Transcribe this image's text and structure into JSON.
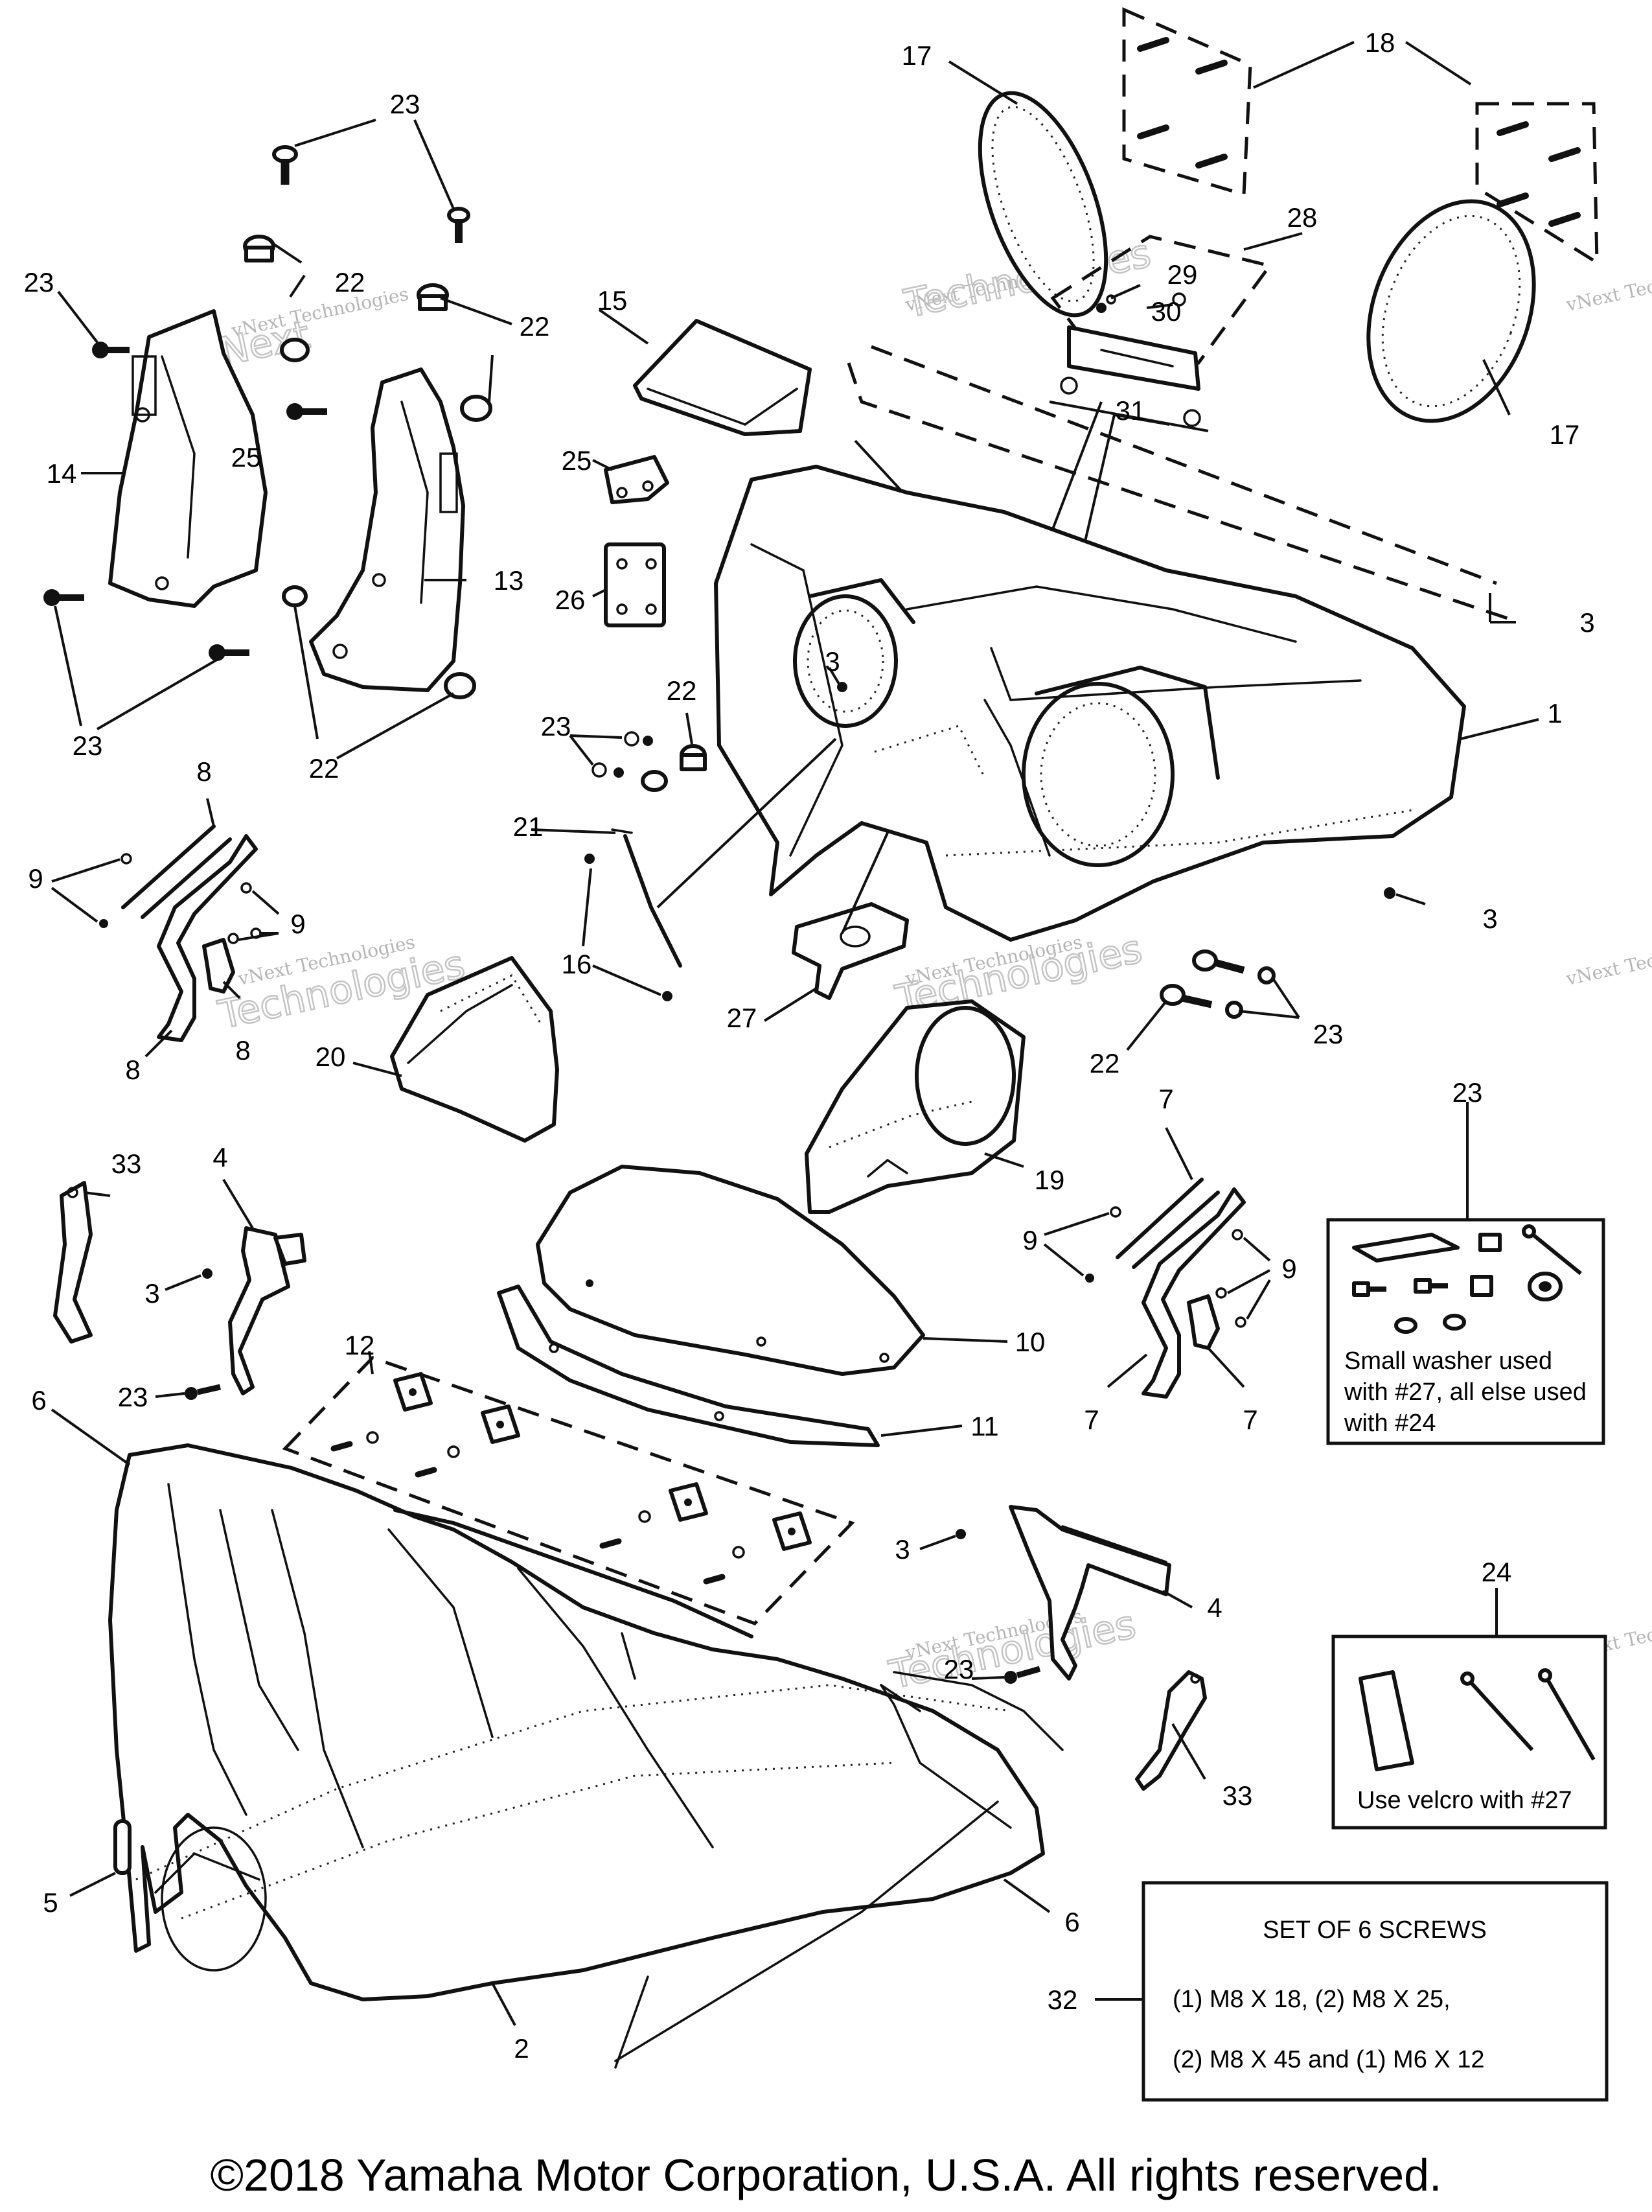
{
  "callouts": {
    "c1": "1",
    "c2": "2",
    "c3": "3",
    "c4": "4",
    "c5": "5",
    "c6": "6",
    "c7": "7",
    "c8": "8",
    "c9": "9",
    "c10": "10",
    "c11": "11",
    "c12": "12",
    "c13": "13",
    "c14": "14",
    "c15": "15",
    "c16": "16",
    "c17": "17",
    "c18": "18",
    "c19": "19",
    "c20": "20",
    "c21": "21",
    "c22": "22",
    "c23": "23",
    "c24": "24",
    "c25": "25",
    "c26": "26",
    "c27": "27",
    "c28": "28",
    "c29": "29",
    "c30": "30",
    "c31": "31",
    "c32": "32",
    "c33": "33"
  },
  "kit23": {
    "line1": "Small washer used",
    "line2": "with #27, all else used",
    "line3": "with #24"
  },
  "kit24": {
    "line1": "Use velcro with #27"
  },
  "screws_box": {
    "title": "SET OF 6 SCREWS",
    "line1": "(1) M8 X 18, (2) M8 X 25,",
    "line2": "(2) M8 X 45 and (1) M6 X 12"
  },
  "watermark": {
    "line1": "vNext Technologies",
    "line2": "vNext",
    "line3": "Technologies"
  },
  "copyright": "©2018 Yamaha Motor Corporation, U.S.A. All rights reserved."
}
